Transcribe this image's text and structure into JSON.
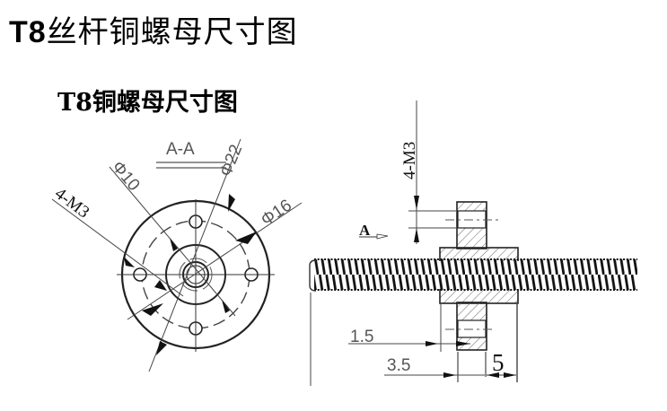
{
  "header": {
    "title_model": "T8",
    "title_rest": "丝杆铜螺母尺寸图"
  },
  "drawing": {
    "subtitle": "T8铜螺母尺寸图",
    "section_label": "A-A",
    "front_view": {
      "dims": {
        "outer_diameter": "Φ22",
        "bolt_circle_diameter": "Φ16",
        "hub_diameter": "Φ10",
        "holes": "4-M3"
      }
    },
    "side_view": {
      "holes_label": "4-M3",
      "view_arrow": "A",
      "dims": {
        "hole_offset": "1.5",
        "flange_thickness": "3.5",
        "hub_length": "5"
      }
    },
    "colors": {
      "line": "#222222",
      "dim_line": "#555555",
      "hatch": "#666666"
    }
  }
}
